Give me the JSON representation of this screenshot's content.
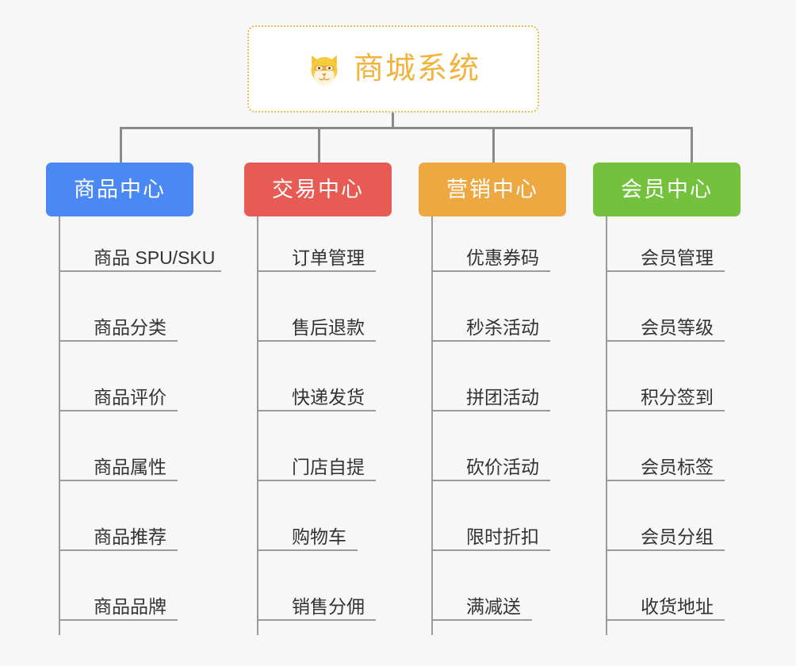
{
  "canvas": {
    "background_color": "#f7f7f7",
    "connector_color": "#8a8a8a",
    "leaf_line_color": "#9a9a9a",
    "leaf_text_color": "#333333"
  },
  "root": {
    "title": "商城系统",
    "icon": "dog-face-emoji",
    "text_color": "#f2b33d",
    "border_color": "#f0b855",
    "background_color": "#ffffff"
  },
  "branches": [
    {
      "label": "商品中心",
      "color": "#4a89f3",
      "items": [
        {
          "label": "商品 SPU/SKU"
        },
        {
          "label": "商品分类"
        },
        {
          "label": "商品评价"
        },
        {
          "label": "商品属性"
        },
        {
          "label": "商品推荐"
        },
        {
          "label": "商品品牌"
        }
      ]
    },
    {
      "label": "交易中心",
      "color": "#e85b55",
      "items": [
        {
          "label": "订单管理"
        },
        {
          "label": "售后退款"
        },
        {
          "label": "快递发货"
        },
        {
          "label": "门店自提"
        },
        {
          "label": "购物车"
        },
        {
          "label": "销售分佣"
        }
      ]
    },
    {
      "label": "营销中心",
      "color": "#eda841",
      "items": [
        {
          "label": "优惠券码"
        },
        {
          "label": "秒杀活动"
        },
        {
          "label": "拼团活动"
        },
        {
          "label": "砍价活动"
        },
        {
          "label": "限时折扣"
        },
        {
          "label": "满减送"
        }
      ]
    },
    {
      "label": "会员中心",
      "color": "#73c13c",
      "items": [
        {
          "label": "会员管理"
        },
        {
          "label": "会员等级"
        },
        {
          "label": "积分签到"
        },
        {
          "label": "会员标签"
        },
        {
          "label": "会员分组"
        },
        {
          "label": "收货地址"
        }
      ]
    }
  ]
}
